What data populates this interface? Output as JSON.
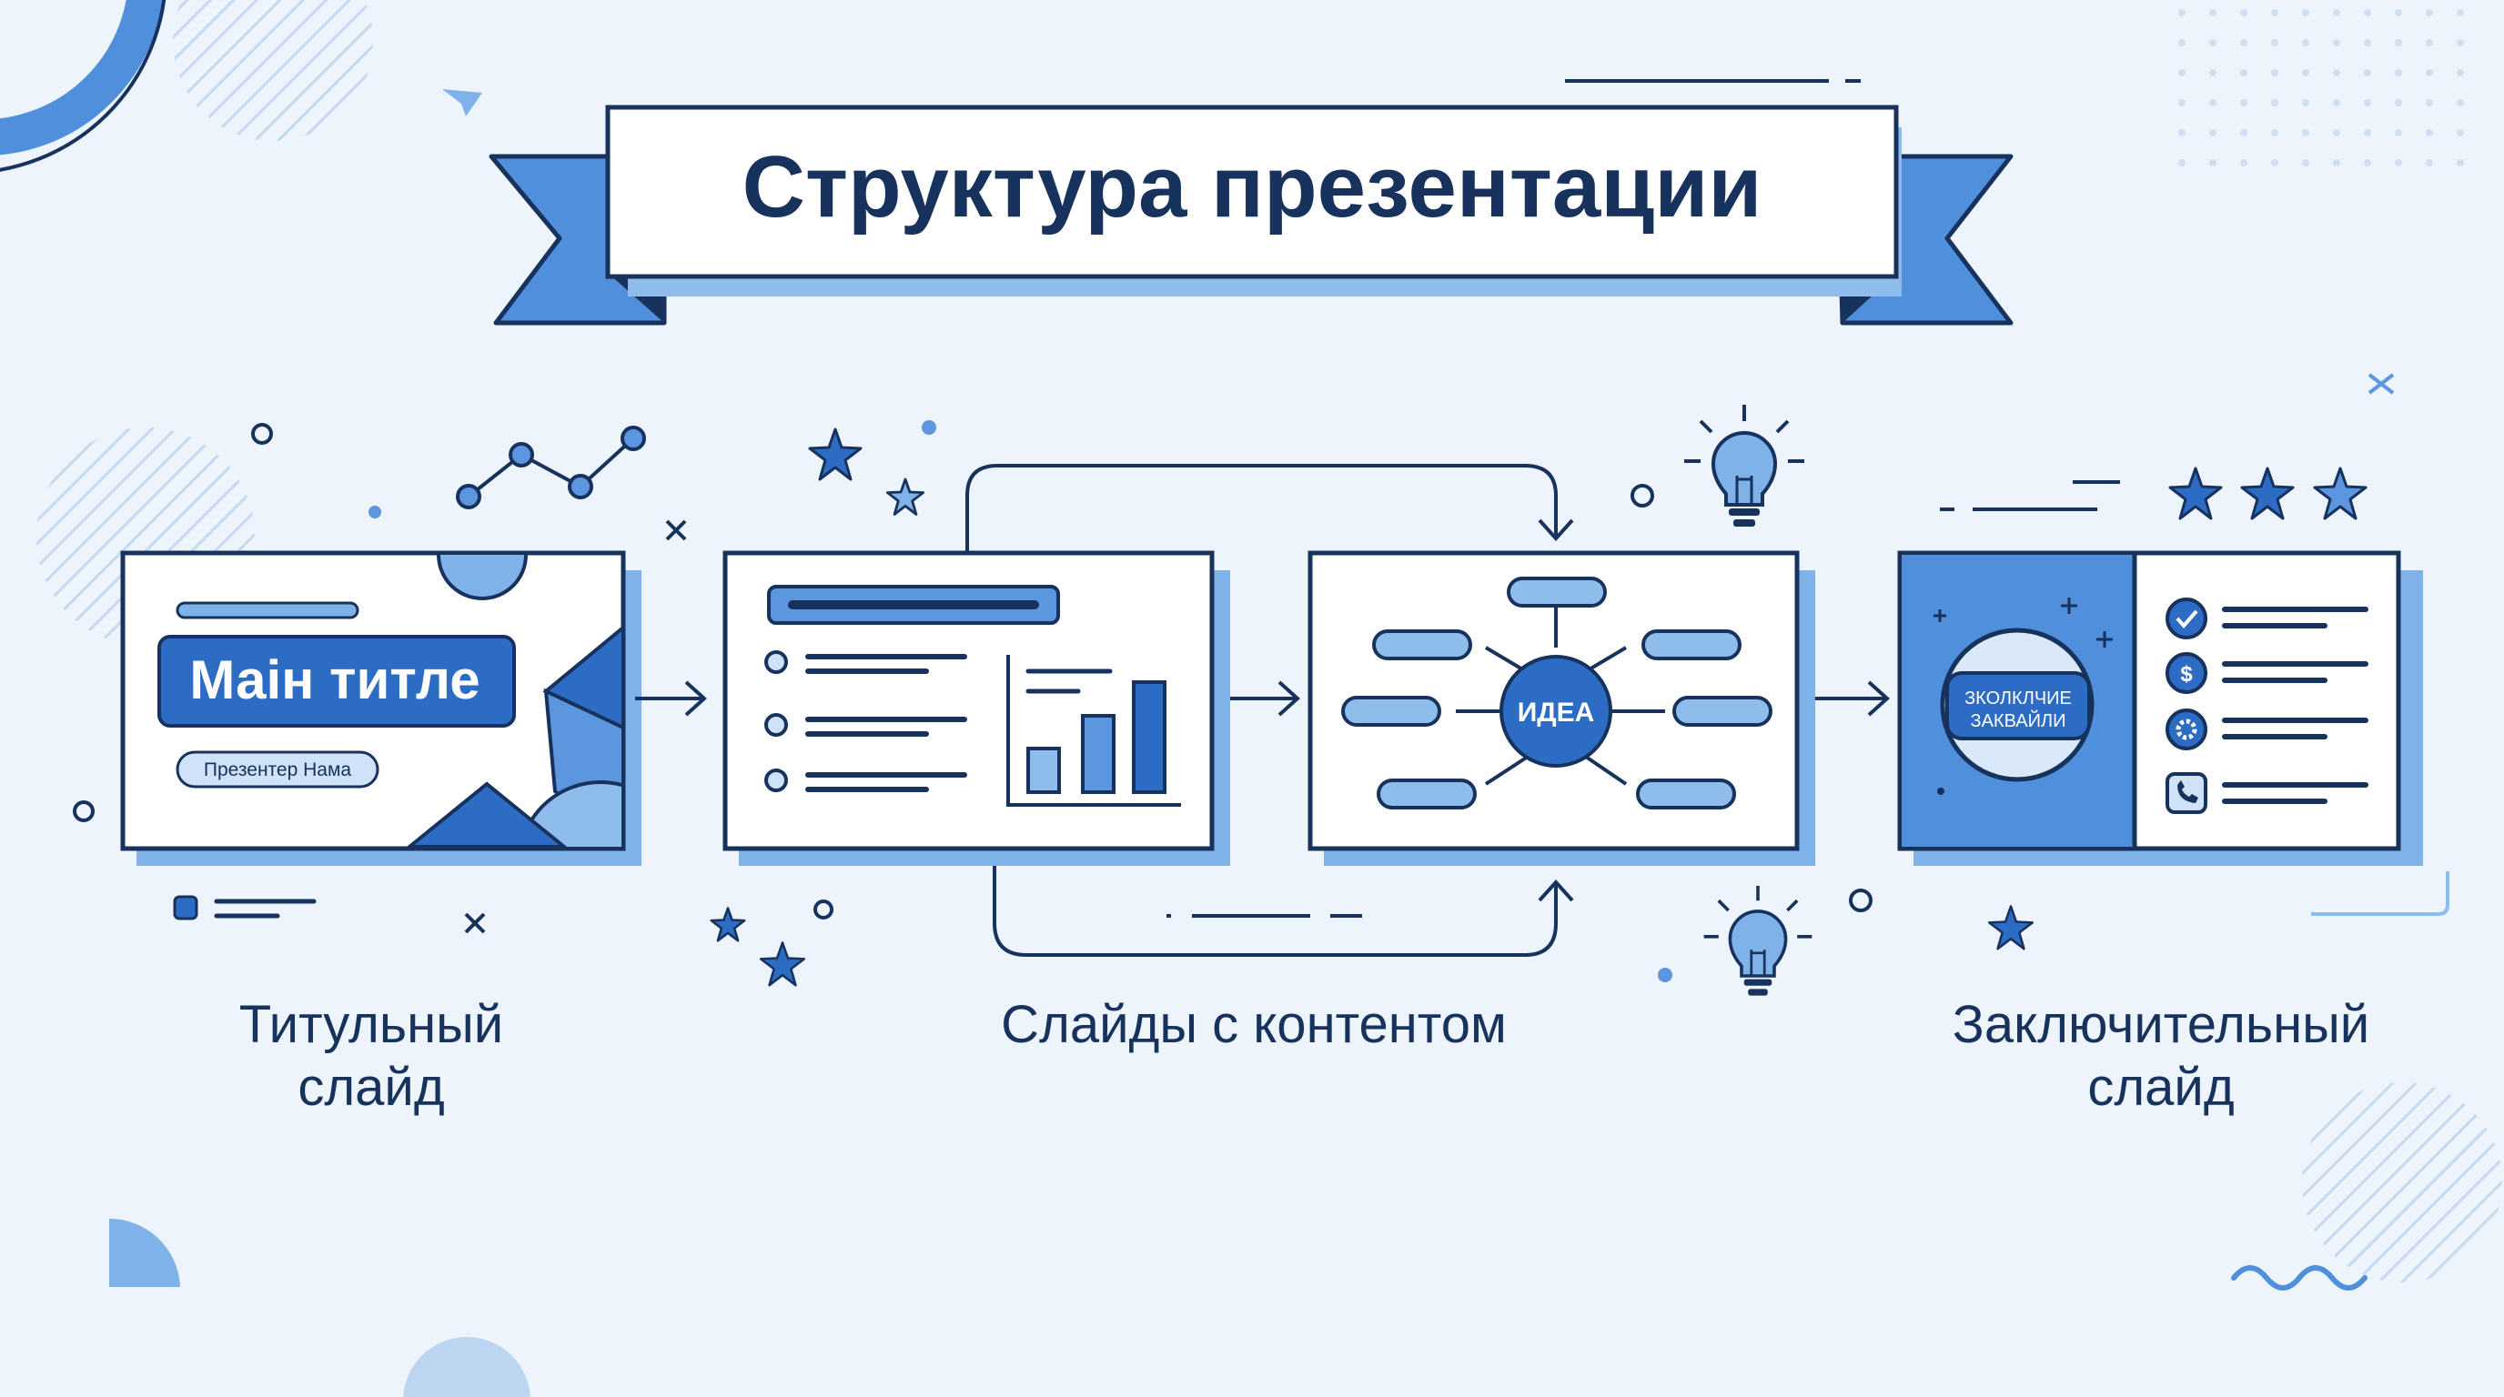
{
  "banner": {
    "title": "Структура презентации"
  },
  "stages": [
    {
      "label_line1": "Титульный",
      "label_line2": "слайд"
    },
    {
      "label_line1": "Слайды с контентом",
      "label_line2": ""
    },
    {
      "label_line1": "Заключительный",
      "label_line2": "слайд"
    }
  ],
  "slides": {
    "title_slide": {
      "main_title": "Маін титле",
      "presenter": "Презентер Нама"
    },
    "idea_slide": {
      "center": "ИДЕА"
    },
    "closing_slide": {
      "bubble_line1": "ЗКОЛКЛЧИЕ",
      "bubble_line2": "ЗАКВАЙЛИ"
    }
  },
  "icons": [
    "star-icon",
    "lightbulb-icon",
    "check-icon",
    "dollar-icon",
    "gear-icon",
    "phone-icon",
    "arrow-right-icon",
    "sparkle-icon"
  ],
  "colors": {
    "background": "#eef4fc",
    "navy": "#17325c",
    "primary": "#2d6cc4",
    "mid": "#5b96de",
    "light": "#8fbdeb",
    "pale": "#cfe2f7",
    "white": "#ffffff"
  }
}
